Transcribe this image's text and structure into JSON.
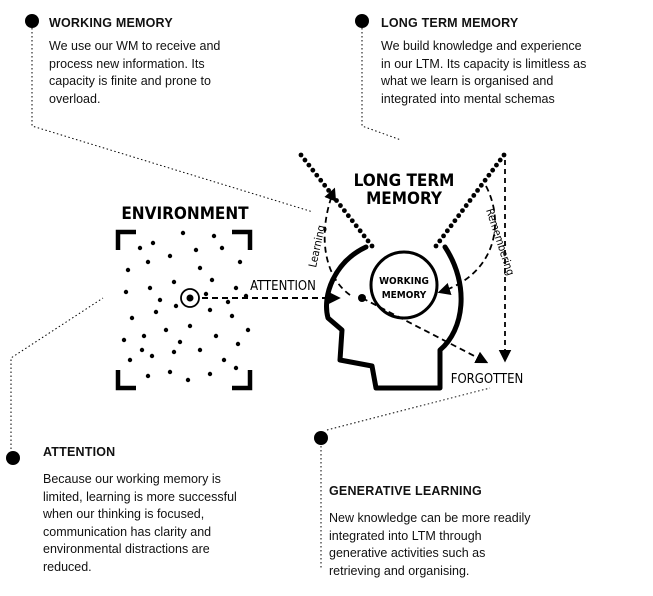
{
  "callouts": {
    "working_memory": {
      "title": "WORKING MEMORY",
      "lines": [
        "We use our WM to receive and",
        "process new information. Its",
        "capacity is finite and prone to",
        "overload."
      ]
    },
    "long_term_memory": {
      "title": "LONG TERM MEMORY",
      "lines": [
        "We build knowledge and experience",
        "in our LTM. Its capacity is limitless as",
        "what we learn is organised and",
        "integrated into mental schemas"
      ]
    },
    "attention": {
      "title": "ATTENTION",
      "lines": [
        "Because our working memory is",
        "limited, learning is more successful",
        "when our thinking is focused,",
        "communication has clarity and",
        "environmental distractions are",
        "reduced."
      ]
    },
    "generative_learning": {
      "title": "GENERATIVE LEARNING",
      "lines": [
        "New knowledge can be more readily",
        "integrated into LTM through",
        "generative activities such as",
        "retrieving and organising."
      ]
    }
  },
  "diagram": {
    "environment_label": "ENVIRONMENT",
    "attention_label": "ATTENTION",
    "ltm_label_line1": "LONG TERM",
    "ltm_label_line2": "MEMORY",
    "wm_label_line1": "WORKING",
    "wm_label_line2": "MEMORY",
    "learning_label": "Learning",
    "remembering_label": "Remembering",
    "forgotten_label": "FORGOTTEN"
  },
  "colors": {
    "ink": "#000000",
    "background": "#ffffff"
  }
}
